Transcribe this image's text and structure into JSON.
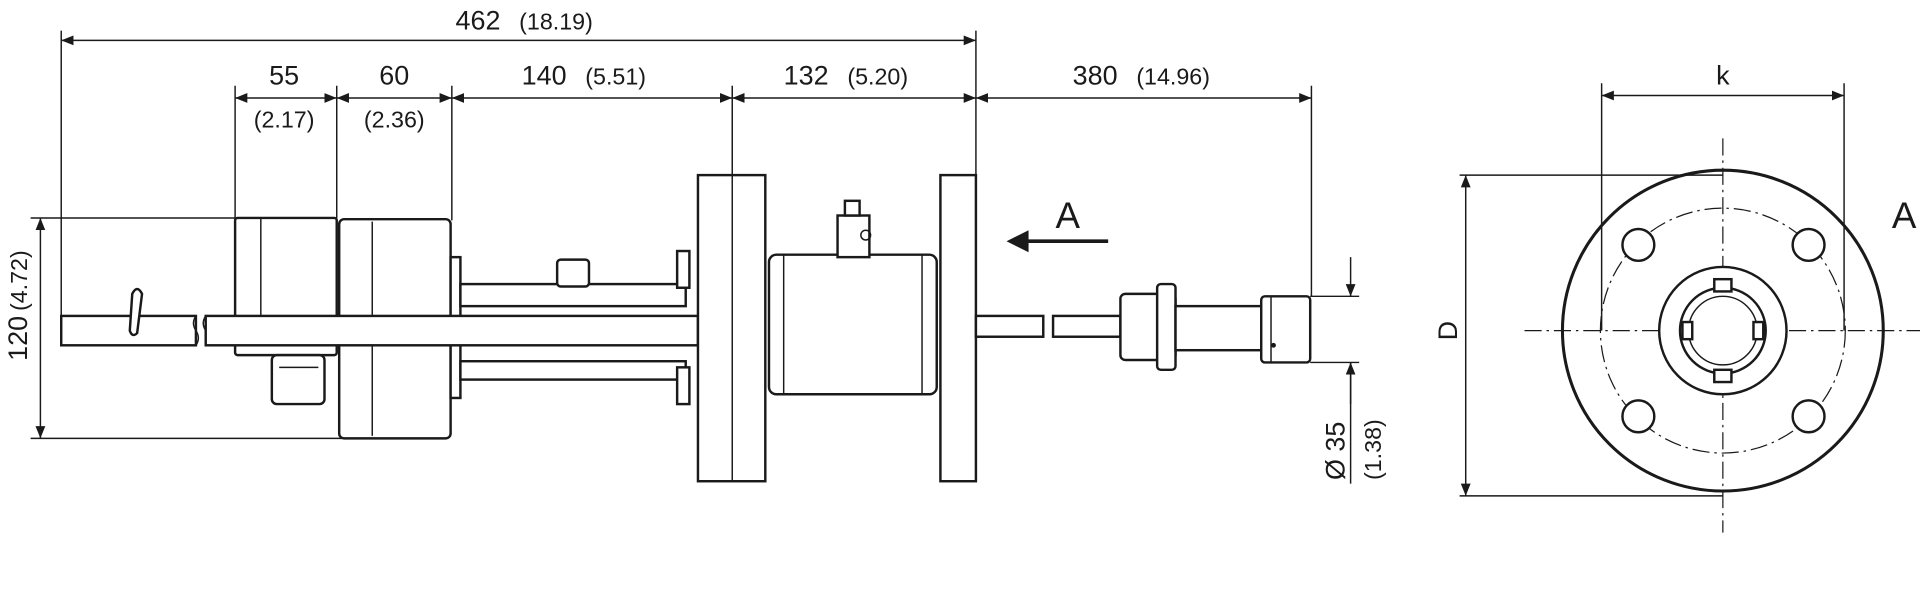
{
  "dimensions": {
    "overall": {
      "value": "462",
      "inch": "(18.19)"
    },
    "d55": {
      "value": "55",
      "inch": "(2.17)"
    },
    "d60": {
      "value": "60",
      "inch": "(2.36)"
    },
    "d140": {
      "value": "140",
      "inch": "(5.51)"
    },
    "d132": {
      "value": "132",
      "inch": "(5.20)"
    },
    "d380": {
      "value": "380",
      "inch": "(14.96)"
    },
    "height": {
      "value": "120",
      "inch": "(4.72)"
    },
    "diameter": {
      "value": "Ø 35",
      "inch": "(1.38)"
    },
    "k": "k",
    "D": "D"
  },
  "view_labels": {
    "arrow": "A",
    "view": "A"
  }
}
